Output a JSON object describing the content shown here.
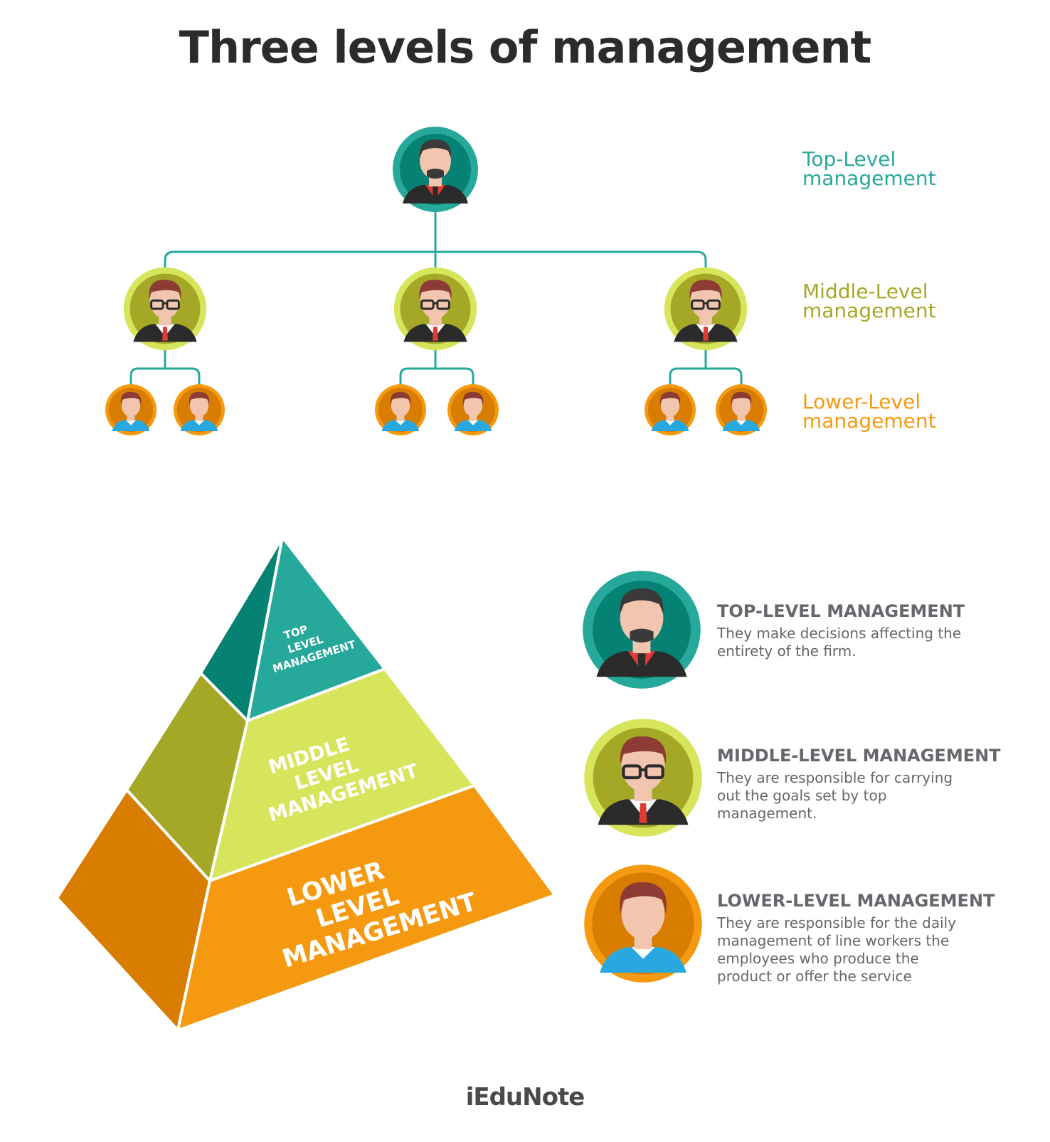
{
  "title": "Three levels of management",
  "hierarchy_labels": {
    "top": [
      "Top-Level",
      "management"
    ],
    "middle": [
      "Middle-Level",
      "management"
    ],
    "lower": [
      "Lower-Level",
      "management"
    ]
  },
  "pyramid": {
    "top": [
      "TOP",
      "LEVEL",
      "MANAGEMENT"
    ],
    "middle": [
      "MIDDLE",
      "LEVEL",
      "MANAGEMENT"
    ],
    "lower": [
      "LOWER",
      "LEVEL",
      "MANAGEMENT"
    ]
  },
  "descriptions": [
    {
      "heading": "TOP-LEVEL MANAGEMENT",
      "text": "They make decisions affecting the entirety of the firm."
    },
    {
      "heading": "MIDDLE-LEVEL MANAGEMENT",
      "text": "They are responsible for carrying out the goals set by top management."
    },
    {
      "heading": "LOWER-LEVEL MANAGEMENT",
      "text": "They are responsible for the daily management of line workers the employees who produce the product or offer the service"
    }
  ],
  "brand": "iEduNote",
  "colors": {
    "teal": "#26a89b",
    "olive": "#a5a826",
    "lime": "#d7e55d",
    "orange": "#f59a10",
    "dark_orange": "#d87d00",
    "text": "#66666c"
  },
  "icons": {
    "top": "executive-avatar-icon",
    "middle": "manager-avatar-icon",
    "lower": "supervisor-avatar-icon"
  }
}
